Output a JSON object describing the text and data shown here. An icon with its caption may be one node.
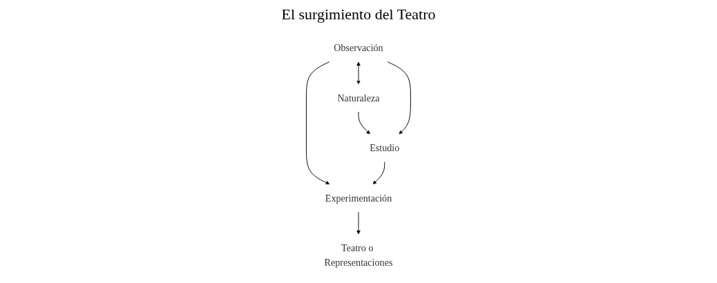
{
  "diagram": {
    "title": "El surgimiento del Teatro",
    "nodes": [
      {
        "text": [
          "Observación"
        ]
      },
      {
        "text": [
          "Naturaleza"
        ]
      },
      {
        "text": [
          "Estudio"
        ]
      },
      {
        "text": [
          "Teatro o Representaciones"
        ]
      },
      {
        "text": [
          "Experimentación"
        ]
      }
    ],
    "edges": [
      {
        "from": 0,
        "to": 1,
        "arrow": "both"
      },
      {
        "from": 1,
        "to": 2,
        "arrow": "to"
      },
      {
        "from": 0,
        "to": 2,
        "arrow": "to"
      },
      {
        "from": 0,
        "to": 4,
        "arrow": "to"
      },
      {
        "from": 2,
        "to": 4,
        "arrow": "to"
      },
      {
        "from": 4,
        "to": 3,
        "arrow": "to"
      }
    ]
  }
}
